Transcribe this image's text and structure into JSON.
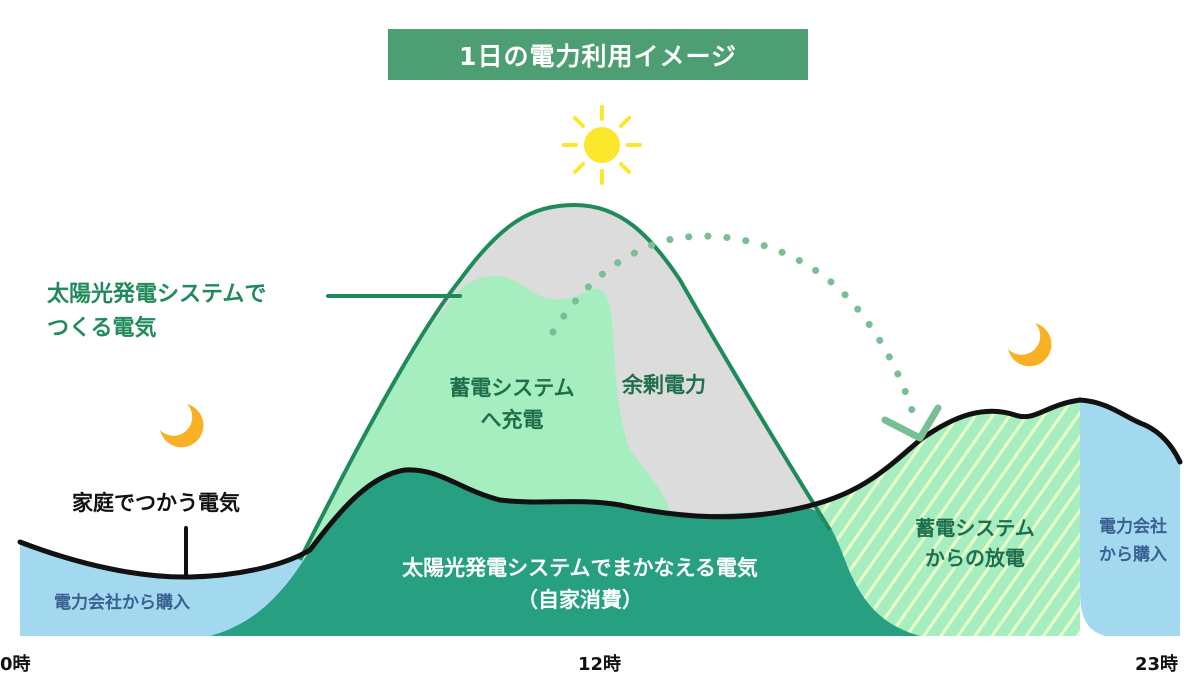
{
  "title": "1日の電力利用イメージ",
  "labels": {
    "solar_generation": [
      "太陽光発電システムで",
      "つくる電気"
    ],
    "battery_charge": [
      "蓄電システム",
      "へ充電"
    ],
    "surplus": "余剰電力",
    "household_usage": "家庭でつかう電気",
    "purchase_left": "電力会社から購入",
    "self_consumption": [
      "太陽光発電システムでまかなえる電気",
      "（自家消費）"
    ],
    "battery_discharge": [
      "蓄電システム",
      "からの放電"
    ],
    "purchase_right": [
      "電力会社",
      "から購入"
    ]
  },
  "axis": {
    "start": "0時",
    "middle": "12時",
    "end": "23時"
  },
  "icons": {
    "sun": "sun-icon",
    "moon_left": "moon-icon",
    "moon_right": "moon-icon"
  },
  "colors": {
    "title_bg": "#4e9e73",
    "solar_outline": "#1f8a5a",
    "self_consumption": "#26a081",
    "battery_charge": "#a6eec0",
    "surplus": "#dcdcdc",
    "purchase": "#a3d9ef",
    "discharge_stripe": "#eaffc8",
    "sun": "#fbe72b",
    "moon": "#f8b124",
    "arrow_dots": "#78bf95",
    "usage_line": "#111111"
  }
}
